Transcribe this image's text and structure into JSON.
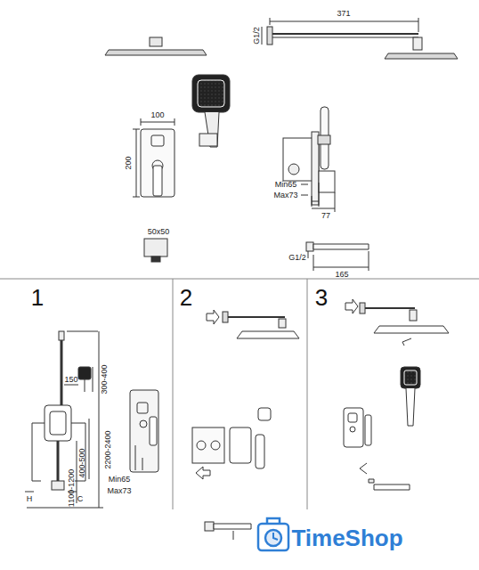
{
  "diagram": {
    "labels": [
      "371",
      "G1/2",
      "100",
      "200",
      "Min65",
      "Max73",
      "77",
      "50x50",
      "G1/2",
      "165",
      "1",
      "2",
      "3",
      "150",
      "300-400",
      "400-500",
      "1100-1200",
      "2200-2400",
      "H",
      "C",
      "Min65",
      "Max73",
      "TimeShop"
    ]
  }
}
